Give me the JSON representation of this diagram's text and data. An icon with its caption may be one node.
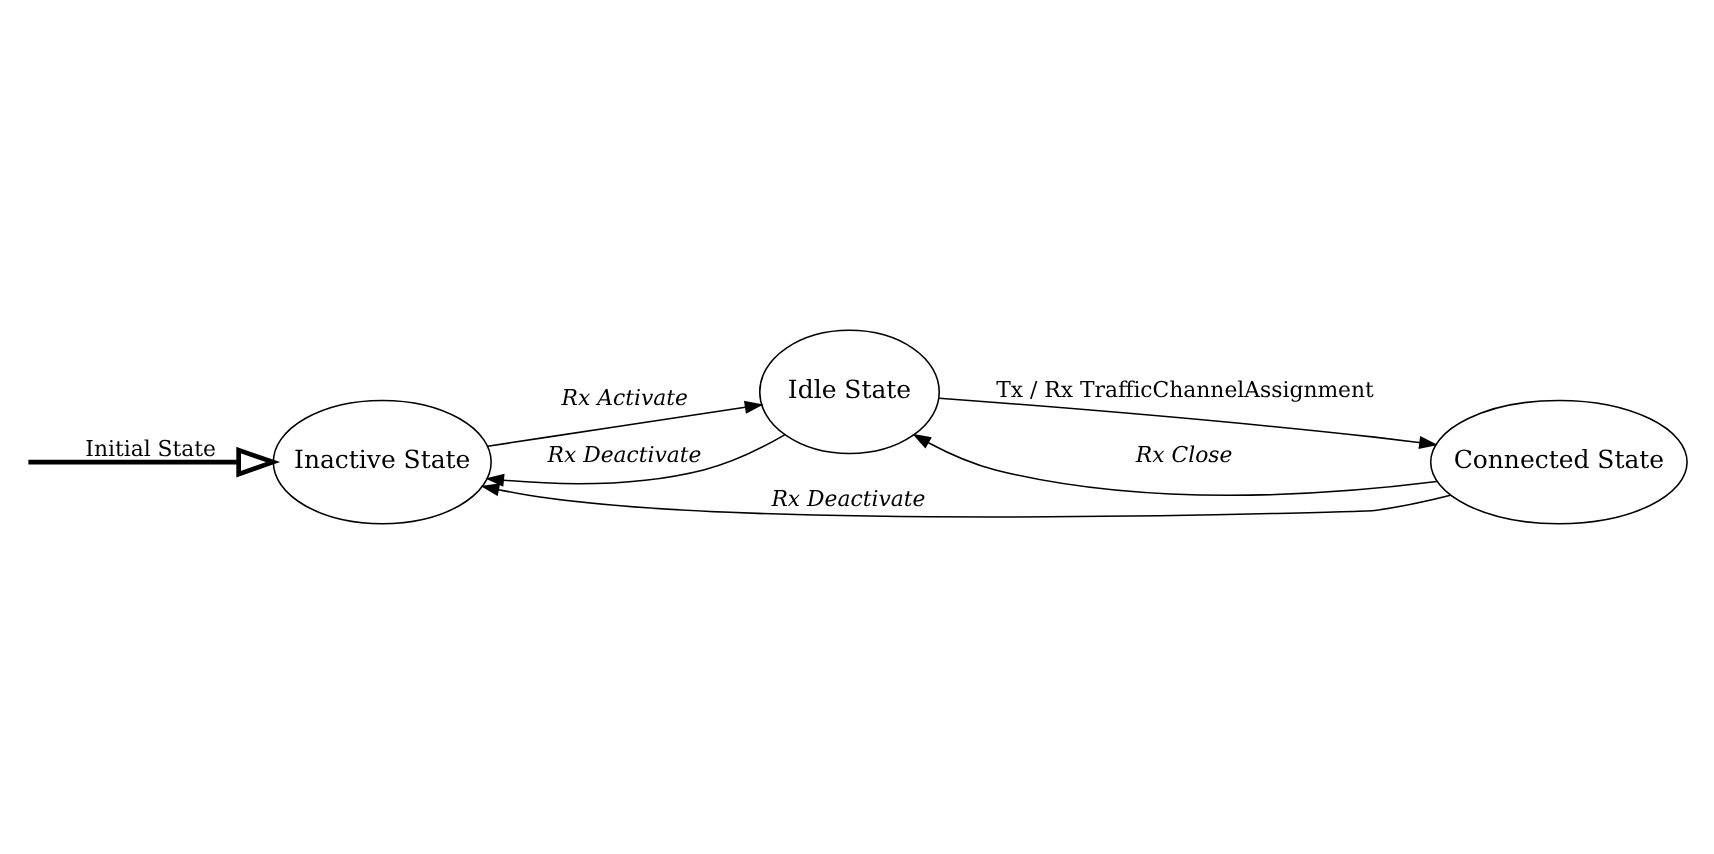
{
  "diagram": {
    "nodes": [
      {
        "text": [
          "Inactive State"
        ]
      },
      {
        "text": [
          "Idle State"
        ]
      },
      {
        "text": [
          "Connected State"
        ]
      }
    ],
    "edges": [
      {
        "from": null,
        "to": 0,
        "arrow": "to",
        "label": "Initial State",
        "style": "thick"
      },
      {
        "from": 0,
        "to": 1,
        "arrow": "to",
        "label": "Rx Activate"
      },
      {
        "from": 1,
        "to": 2,
        "arrow": "to",
        "label": "Tx / Rx TrafficChannelAssignment"
      },
      {
        "from": 1,
        "to": 0,
        "arrow": "to",
        "label": "Rx Deactivate"
      },
      {
        "from": 2,
        "to": 1,
        "arrow": "to",
        "label": "Rx Close"
      },
      {
        "from": 2,
        "to": 0,
        "arrow": "to",
        "label": "Rx Deactivate"
      }
    ]
  }
}
